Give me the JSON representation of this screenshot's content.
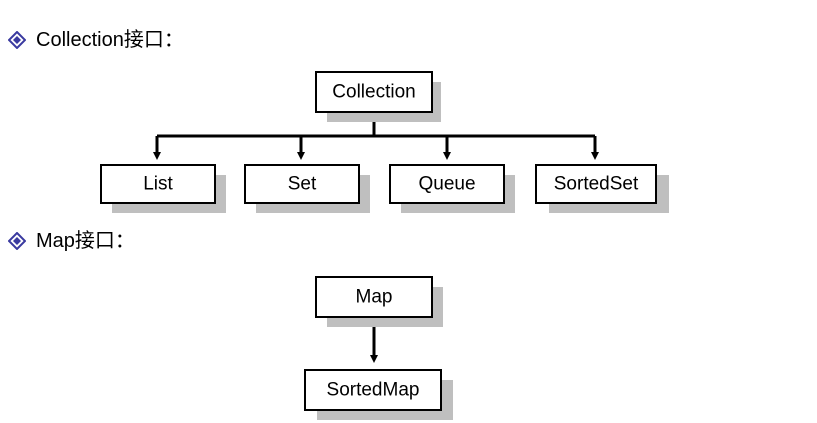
{
  "sections": [
    {
      "heading": "Collection接口：",
      "bullet_icon": "diamond-bullet-icon",
      "root": "Collection",
      "children": [
        "List",
        "Set",
        "Queue",
        "SortedSet"
      ]
    },
    {
      "heading": "Map接口：",
      "bullet_icon": "diamond-bullet-icon",
      "root": "Map",
      "children": [
        "SortedMap"
      ]
    }
  ],
  "colors": {
    "bullet": "#3a3aa0",
    "shadow": "#bfbfbf",
    "stroke": "#000000"
  }
}
